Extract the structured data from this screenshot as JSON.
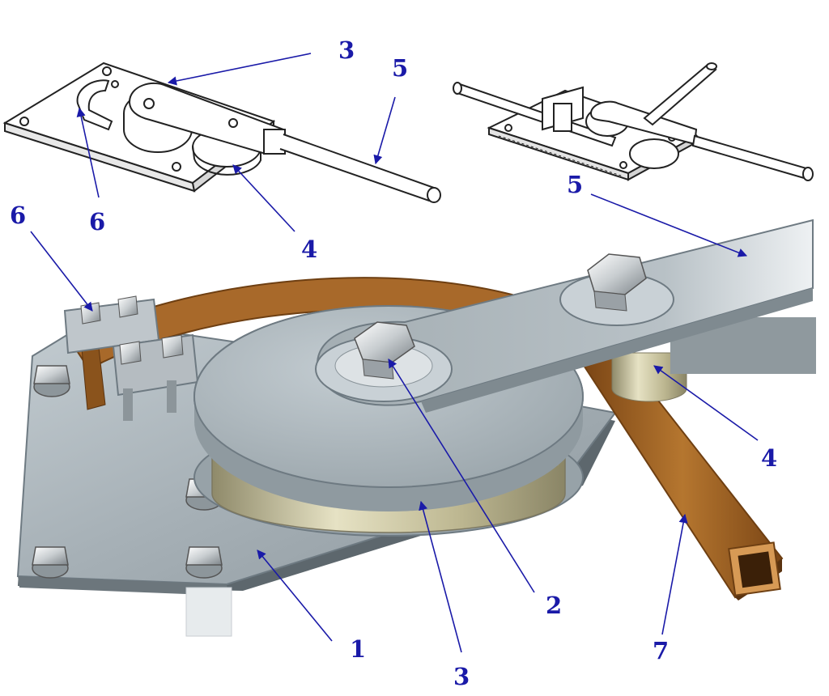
{
  "colors": {
    "callout": "#1a1aa8",
    "steel": "#a9b3b9",
    "steel_dark": "#6e7a82",
    "steel_light": "#c9d1d6",
    "copper": "#a8692a",
    "copper_dark": "#6e3f12",
    "ink": "#222222"
  },
  "callouts": [
    {
      "id": "top-left-3",
      "text": "3"
    },
    {
      "id": "top-left-5",
      "text": "5"
    },
    {
      "id": "top-left-6",
      "text": "6"
    },
    {
      "id": "top-left-4",
      "text": "4"
    },
    {
      "id": "top-right-5",
      "text": "5"
    },
    {
      "id": "main-6",
      "text": "6"
    },
    {
      "id": "main-4",
      "text": "4"
    },
    {
      "id": "main-2",
      "text": "2"
    },
    {
      "id": "main-1",
      "text": "1"
    },
    {
      "id": "main-3",
      "text": "3"
    },
    {
      "id": "main-7",
      "text": "7"
    }
  ]
}
